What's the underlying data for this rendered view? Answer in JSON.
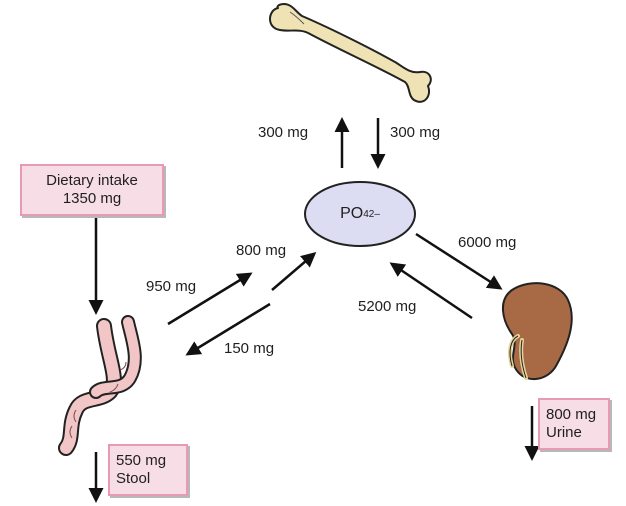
{
  "center_node": {
    "base": "PO",
    "subscript": "4",
    "superscript": "2–"
  },
  "flows": {
    "to_bone": "300 mg",
    "from_bone": "300 mg",
    "gut_absorb": "950 mg",
    "gut_to_center": "800 mg",
    "center_to_gut": "150 mg",
    "to_kidney": "6000 mg",
    "from_kidney": "5200 mg"
  },
  "boxes": {
    "intake": {
      "line1": "Dietary intake",
      "line2": "1350 mg"
    },
    "stool": {
      "line1": "550 mg",
      "line2": "Stool"
    },
    "urine": {
      "line1": "800 mg",
      "line2": "Urine"
    }
  },
  "icons": [
    "bone-icon",
    "intestine-icon",
    "kidney-icon",
    "cursor-icon"
  ]
}
